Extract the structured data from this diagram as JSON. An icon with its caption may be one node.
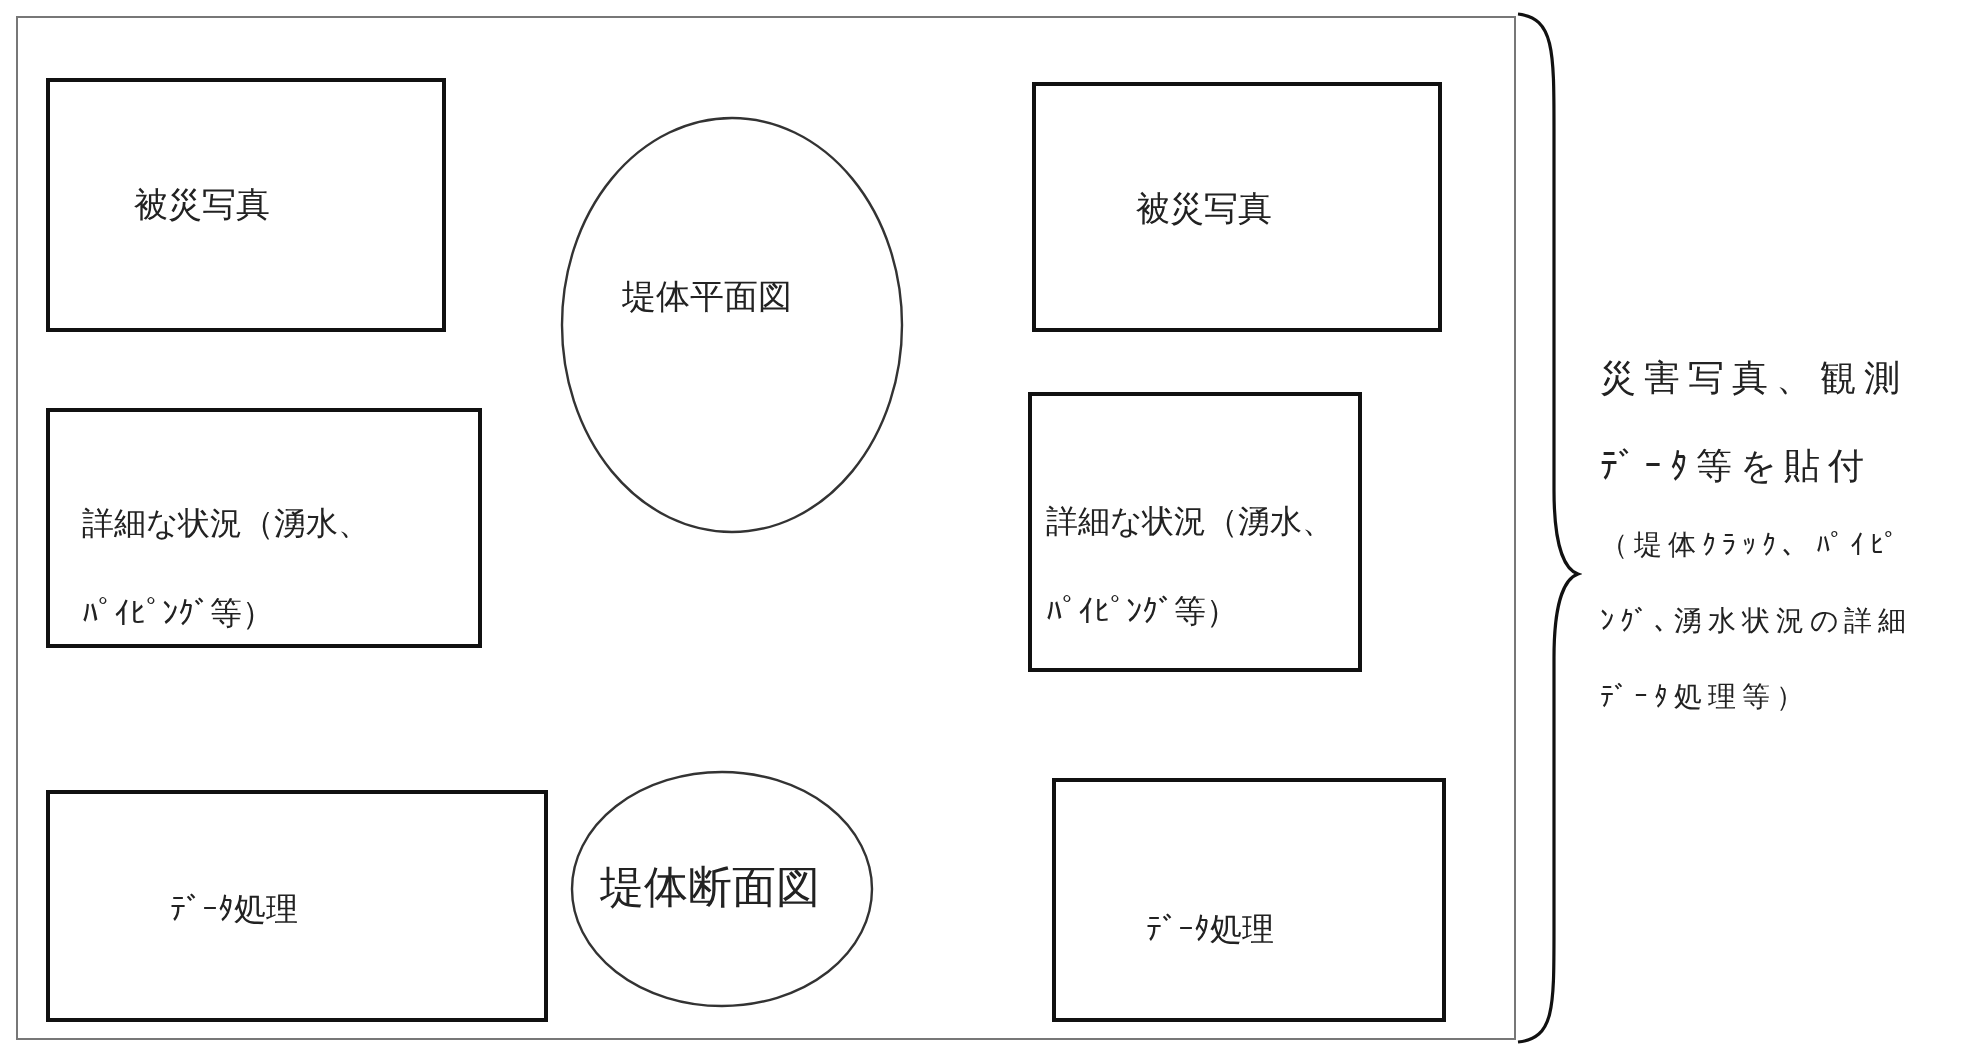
{
  "diagram": {
    "nodes": [
      {
        "text": [],
        "shape": "box"
      },
      {
        "text": [
          "被災写真"
        ],
        "in": 0
      },
      {
        "text": [
          "堤体平面図"
        ],
        "in": 0
      },
      {
        "text": [
          "被災写真"
        ],
        "in": 0
      },
      {
        "text": [
          "詳細な状況（湧水、ﾊﾟｲﾋﾟﾝｸﾞ等）"
        ],
        "in": 0
      },
      {
        "text": [
          "詳細な状況（湧水、ﾊﾟｲﾋﾟﾝｸﾞ等）"
        ],
        "in": 0
      },
      {
        "text": [
          "ﾃﾞｰﾀ処理"
        ],
        "in": 0
      },
      {
        "text": [
          "堤体断面図"
        ],
        "in": 0
      },
      {
        "text": [
          "ﾃﾞｰﾀ処理"
        ],
        "in": 0
      }
    ],
    "labels": [
      "災害写真、観測ﾃﾞｰﾀ等を貼付",
      "（堤体ｸﾗｯｸ、ﾊﾟｲﾋﾟﾝｸﾞ､湧水状況の詳細ﾃﾞｰﾀ処理等）"
    ]
  }
}
